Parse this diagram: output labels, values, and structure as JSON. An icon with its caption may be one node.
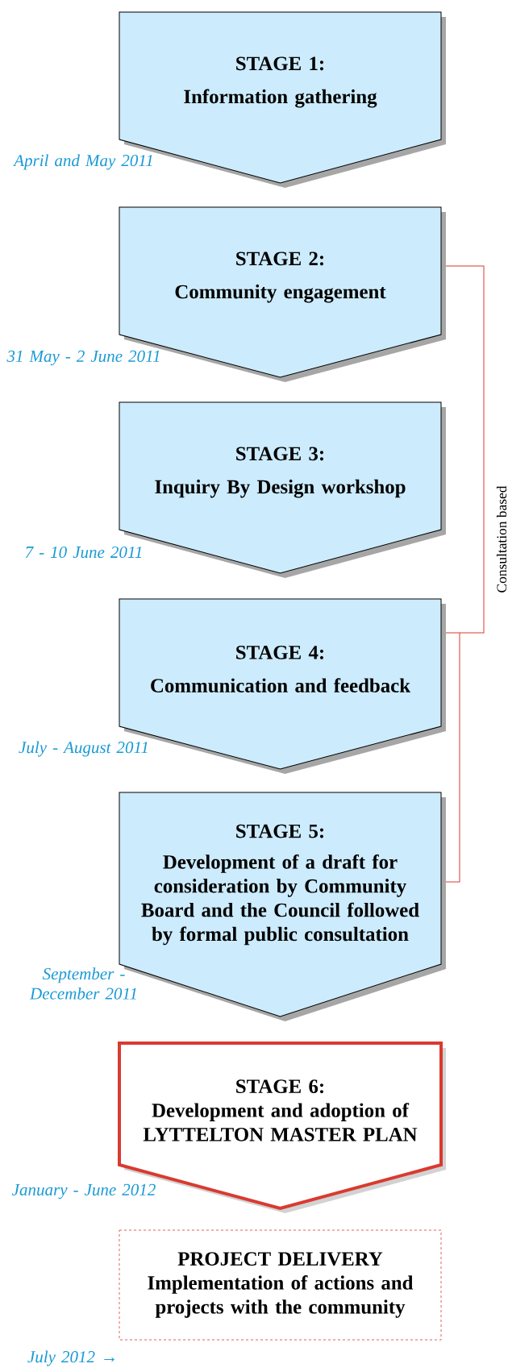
{
  "diagram": {
    "nodes": [
      {
        "text": [
          "STAGE 1:",
          "Information gathering"
        ],
        "beside": [
          "April and May 2011"
        ]
      },
      {
        "text": [
          "STAGE 2:",
          "Community engagement"
        ],
        "beside": [
          "31 May - 2 June 2011"
        ]
      },
      {
        "text": [
          "STAGE 3:",
          "Inquiry By Design workshop"
        ],
        "beside": [
          "7 - 10 June 2011"
        ]
      },
      {
        "text": [
          "STAGE 4:",
          "Communication and feedback"
        ],
        "beside": [
          "July - August 2011"
        ]
      },
      {
        "text": [
          "STAGE 5:",
          "Development of a draft for consideration by Community Board and the Council followed by formal public consultation"
        ],
        "beside": [
          "September - December 2011"
        ]
      },
      {
        "text": [
          "STAGE 6:",
          "Development and adoption of LYTTELTON MASTER PLAN"
        ],
        "beside": [
          "January - June 2012"
        ]
      },
      {
        "text": [
          "PROJECT DELIVERY",
          "Implementation of actions and projects with the community"
        ],
        "beside": [
          "July 2012 →"
        ]
      }
    ],
    "labels": [
      "Consultation based"
    ]
  }
}
